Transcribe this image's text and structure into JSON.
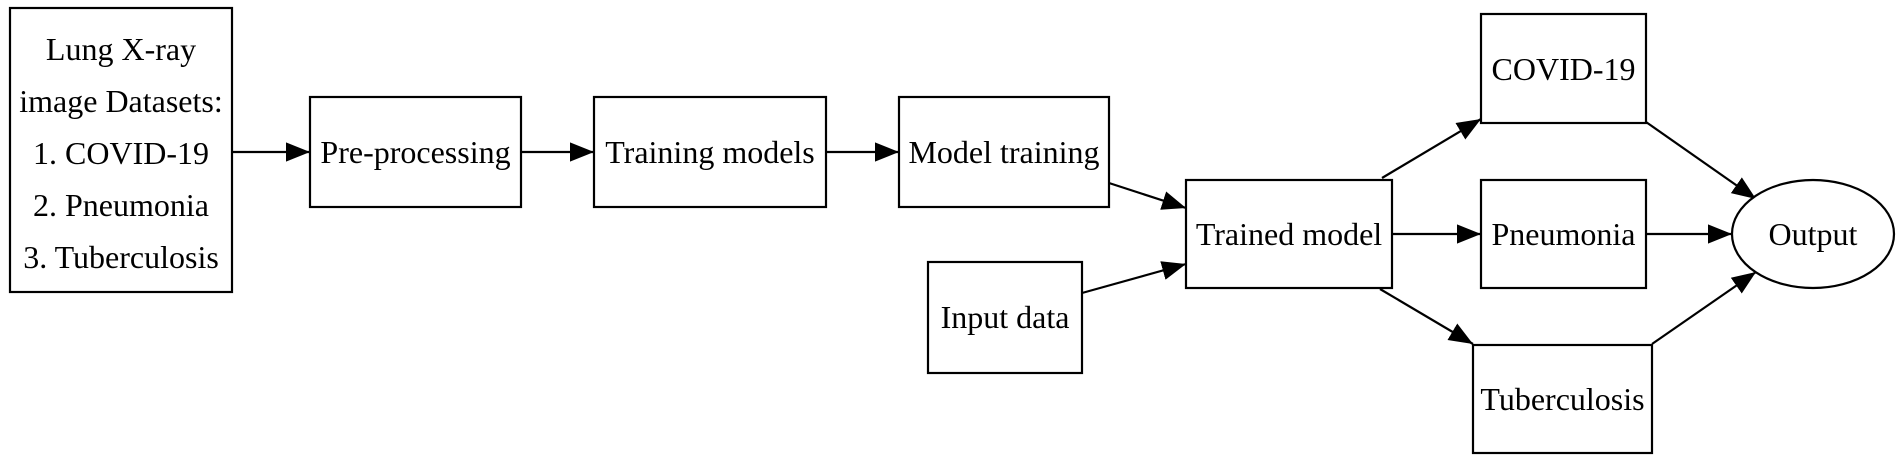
{
  "diagram": {
    "nodes": {
      "datasets": {
        "lines": [
          "Lung X-ray",
          "image Datasets:",
          "1. COVID-19",
          "2. Pneumonia",
          "3. Tuberculosis"
        ]
      },
      "preprocessing": {
        "label": "Pre-processing"
      },
      "training_models": {
        "label": "Training models"
      },
      "model_training": {
        "label": "Model training"
      },
      "input_data": {
        "label": "Input data"
      },
      "trained_model": {
        "label": "Trained model"
      },
      "covid": {
        "label": "COVID-19"
      },
      "pneumonia": {
        "label": "Pneumonia"
      },
      "tuberculosis": {
        "label": "Tuberculosis"
      },
      "output": {
        "label": "Output"
      }
    },
    "edges": [
      {
        "from": "datasets",
        "to": "preprocessing"
      },
      {
        "from": "preprocessing",
        "to": "training_models"
      },
      {
        "from": "training_models",
        "to": "model_training"
      },
      {
        "from": "model_training",
        "to": "trained_model"
      },
      {
        "from": "input_data",
        "to": "trained_model"
      },
      {
        "from": "trained_model",
        "to": "covid"
      },
      {
        "from": "trained_model",
        "to": "pneumonia"
      },
      {
        "from": "trained_model",
        "to": "tuberculosis"
      },
      {
        "from": "covid",
        "to": "output"
      },
      {
        "from": "pneumonia",
        "to": "output"
      },
      {
        "from": "tuberculosis",
        "to": "output"
      }
    ]
  }
}
